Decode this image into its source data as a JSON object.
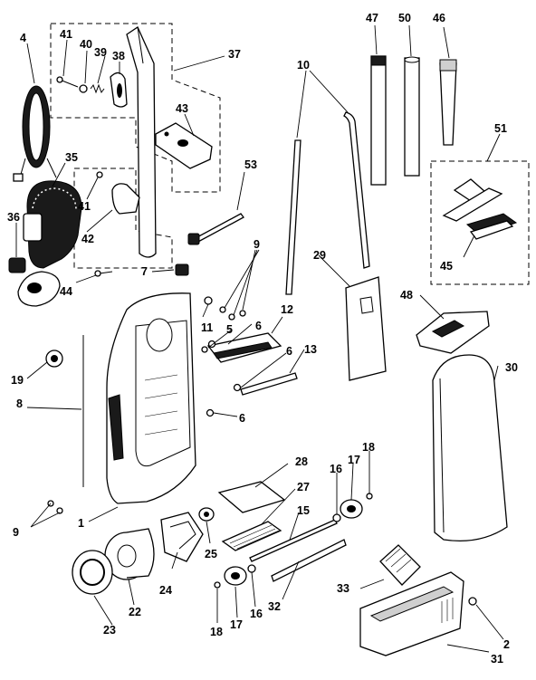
{
  "callouts": [
    {
      "id": "c4",
      "text": "4"
    },
    {
      "id": "c41a",
      "text": "41"
    },
    {
      "id": "c40",
      "text": "40"
    },
    {
      "id": "c39",
      "text": "39"
    },
    {
      "id": "c38",
      "text": "38"
    },
    {
      "id": "c37",
      "text": "37"
    },
    {
      "id": "c10",
      "text": "10"
    },
    {
      "id": "c47",
      "text": "47"
    },
    {
      "id": "c50",
      "text": "50"
    },
    {
      "id": "c46",
      "text": "46"
    },
    {
      "id": "c43",
      "text": "43"
    },
    {
      "id": "c35",
      "text": "35"
    },
    {
      "id": "c41b",
      "text": "41"
    },
    {
      "id": "c53",
      "text": "53"
    },
    {
      "id": "c51",
      "text": "51"
    },
    {
      "id": "c36",
      "text": "36"
    },
    {
      "id": "c42",
      "text": "42"
    },
    {
      "id": "c9a",
      "text": "9"
    },
    {
      "id": "c29",
      "text": "29"
    },
    {
      "id": "c44",
      "text": "44"
    },
    {
      "id": "c7",
      "text": "7"
    },
    {
      "id": "c45",
      "text": "45"
    },
    {
      "id": "c12",
      "text": "12"
    },
    {
      "id": "c6a",
      "text": "6"
    },
    {
      "id": "c11",
      "text": "11"
    },
    {
      "id": "c5",
      "text": "5"
    },
    {
      "id": "c48",
      "text": "48"
    },
    {
      "id": "c6b",
      "text": "6"
    },
    {
      "id": "c13",
      "text": "13"
    },
    {
      "id": "c19",
      "text": "19"
    },
    {
      "id": "c30",
      "text": "30"
    },
    {
      "id": "c8",
      "text": "8"
    },
    {
      "id": "c6c",
      "text": "6"
    },
    {
      "id": "c18a",
      "text": "18"
    },
    {
      "id": "c28",
      "text": "28"
    },
    {
      "id": "c16a",
      "text": "16"
    },
    {
      "id": "c17a",
      "text": "17"
    },
    {
      "id": "c27",
      "text": "27"
    },
    {
      "id": "c15",
      "text": "15"
    },
    {
      "id": "c9b",
      "text": "9"
    },
    {
      "id": "c1",
      "text": "1"
    },
    {
      "id": "c25",
      "text": "25"
    },
    {
      "id": "c24",
      "text": "24"
    },
    {
      "id": "c33",
      "text": "33"
    },
    {
      "id": "c22",
      "text": "22"
    },
    {
      "id": "c32",
      "text": "32"
    },
    {
      "id": "c2",
      "text": "2"
    },
    {
      "id": "c23",
      "text": "23"
    },
    {
      "id": "c18b",
      "text": "18"
    },
    {
      "id": "c17b",
      "text": "17"
    },
    {
      "id": "c16b",
      "text": "16"
    },
    {
      "id": "c31",
      "text": "31"
    }
  ]
}
